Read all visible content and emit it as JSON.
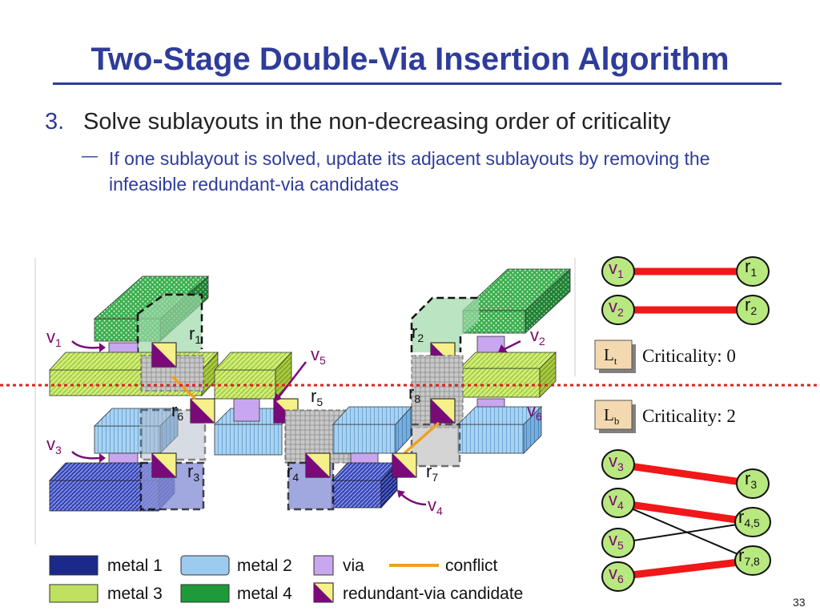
{
  "slide": {
    "title": "Two-Stage Double-Via Insertion Algorithm",
    "bullet_number": "3.",
    "bullet_text": "Solve sublayouts in the non-decreasing order of criticality",
    "sub_bullet": "If one sublayout is solved, update its adjacent sublayouts by removing the infeasible redundant-via candidates",
    "page_number": "33"
  },
  "layout_labels": {
    "v1": {
      "base": "v",
      "sub": "1"
    },
    "v2": {
      "base": "v",
      "sub": "2"
    },
    "v3": {
      "base": "v",
      "sub": "3"
    },
    "v4": {
      "base": "v",
      "sub": "4"
    },
    "v5": {
      "base": "v",
      "sub": "5"
    },
    "v6": {
      "base": "v",
      "sub": "6"
    },
    "r1": {
      "base": "r",
      "sub": "1"
    },
    "r2": {
      "base": "r",
      "sub": "2"
    },
    "r3": {
      "base": "r",
      "sub": "3"
    },
    "r4": {
      "base": "r",
      "sub": "4"
    },
    "r5": {
      "base": "r",
      "sub": "5"
    },
    "r6": {
      "base": "r",
      "sub": "6"
    },
    "r7": {
      "base": "r",
      "sub": "7"
    },
    "r8": {
      "base": "r",
      "sub": "8"
    }
  },
  "graph_top": {
    "nodes": [
      {
        "id": "v1",
        "base": "v",
        "sub": "1"
      },
      {
        "id": "v2",
        "base": "v",
        "sub": "2"
      },
      {
        "id": "r1",
        "base": "r",
        "sub": "1"
      },
      {
        "id": "r2",
        "base": "r",
        "sub": "2"
      }
    ],
    "sublayout": {
      "base": "L",
      "sub": "t"
    },
    "criticality": "Criticality: 0"
  },
  "graph_bottom": {
    "nodes": [
      {
        "id": "v3",
        "base": "v",
        "sub": "3"
      },
      {
        "id": "v4",
        "base": "v",
        "sub": "4"
      },
      {
        "id": "v5",
        "base": "v",
        "sub": "5"
      },
      {
        "id": "v6",
        "base": "v",
        "sub": "6"
      },
      {
        "id": "r3",
        "base": "r",
        "sub": "3"
      },
      {
        "id": "r45",
        "base": "r",
        "sub": "4,5"
      },
      {
        "id": "r78",
        "base": "r",
        "sub": "7,8"
      }
    ],
    "sublayout": {
      "base": "L",
      "sub": "b"
    },
    "criticality": "Criticality: 2"
  },
  "legend": {
    "metal1": "metal 1",
    "metal2": "metal 2",
    "via": "via",
    "conflict": "conflict",
    "metal3": "metal 3",
    "metal4": "metal 4",
    "candidate": "redundant-via candidate"
  },
  "colors": {
    "title": "#2E3C9A",
    "metal1": "#1B2A8A",
    "metal2": "#9CCBF0",
    "metal3": "#BFE060",
    "metal4": "#1E9A38",
    "via": "#C9A6F0",
    "conflict": "#F0A020",
    "edge_red": "#F01818",
    "node_fill": "#B8E880",
    "node_text": "#7A0A6A",
    "cut_line": "#E02020"
  }
}
